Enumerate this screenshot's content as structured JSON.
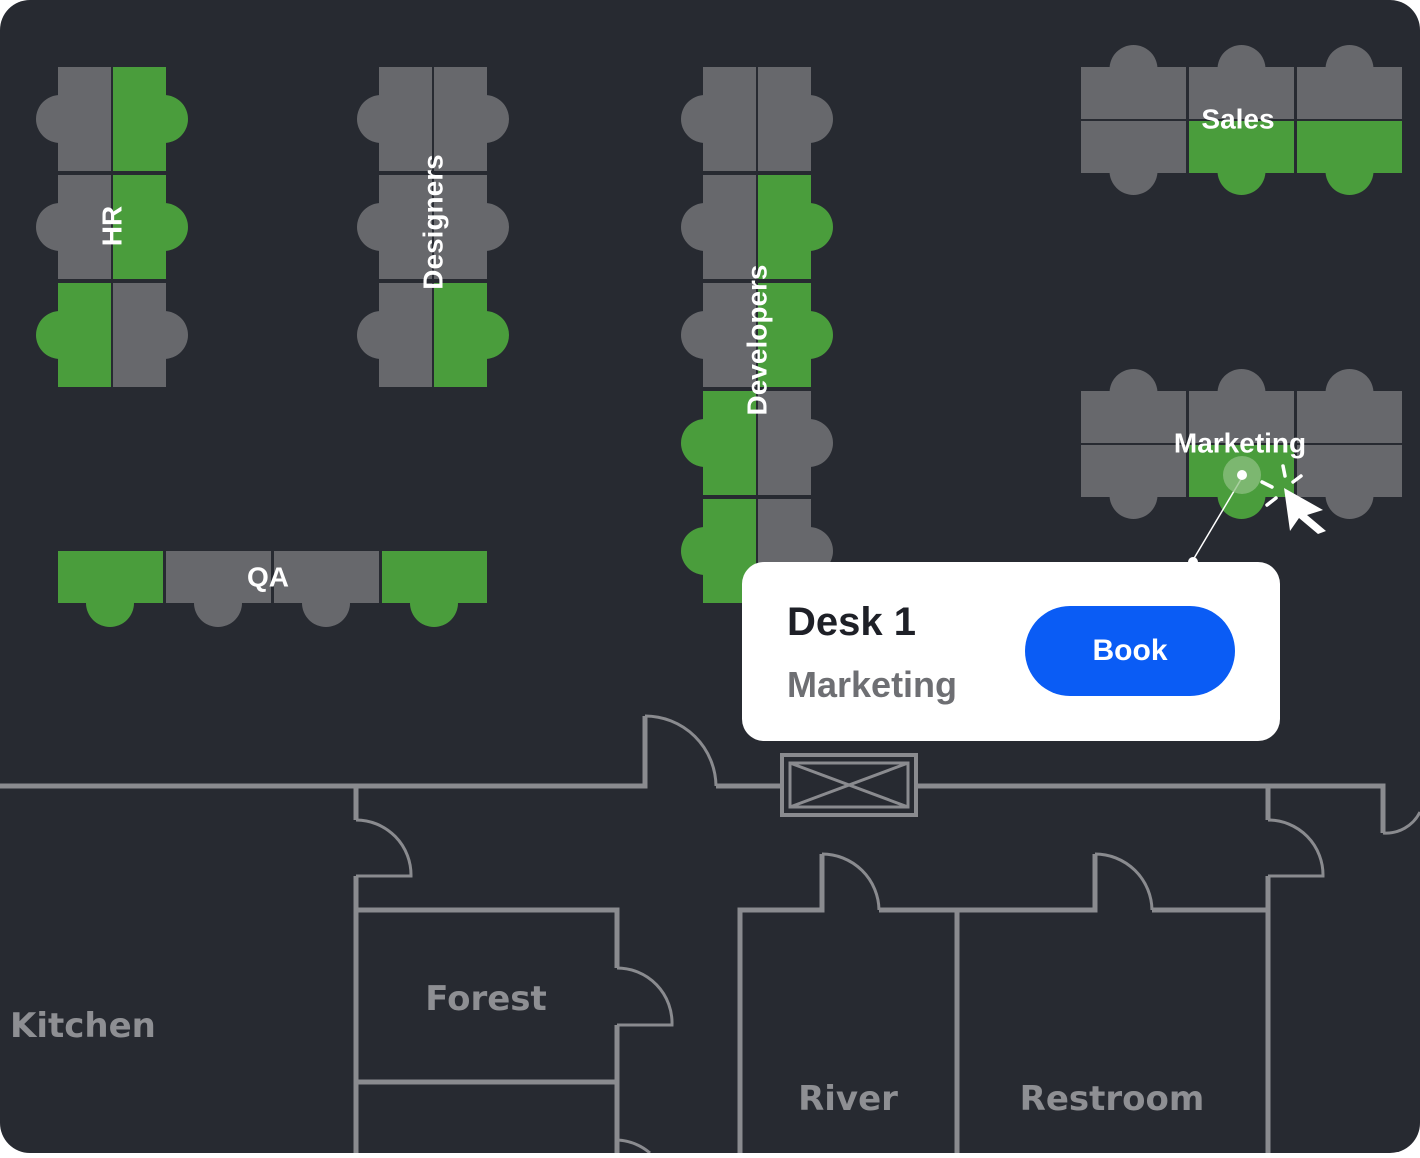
{
  "colors": {
    "background": "#272a31",
    "desk_free": "#67686c",
    "desk_booked": "#4a9d3c",
    "wall": "#8a8b8f",
    "label": "#ffffff",
    "room_label": "#8e8f93",
    "accent": "#0a5cf5"
  },
  "zones": {
    "hr": "HR",
    "designers": "Designers",
    "developers": "Developers",
    "sales": "Sales",
    "marketing": "Marketing",
    "qa": "QA"
  },
  "rooms": {
    "kitchen": "Kitchen",
    "forest": "Forest",
    "river": "River",
    "restroom": "Restroom"
  },
  "desk_status": {
    "hr": [
      "free",
      "booked",
      "free",
      "booked",
      "booked",
      "free"
    ],
    "designers": [
      "free",
      "free",
      "free",
      "free",
      "free",
      "booked"
    ],
    "developers": [
      "free",
      "free",
      "free",
      "booked",
      "free",
      "booked",
      "booked",
      "free",
      "booked",
      "free"
    ],
    "sales": [
      "free",
      "free",
      "free",
      "free",
      "booked",
      "booked"
    ],
    "marketing": [
      "free",
      "free",
      "free",
      "free",
      "booked",
      "free"
    ],
    "qa": [
      "booked",
      "free",
      "free",
      "booked"
    ]
  },
  "popup": {
    "title": "Desk 1",
    "subtitle": "Marketing",
    "button": "Book"
  },
  "icons": {
    "cursor": "pointer-cursor-icon",
    "click": "click-burst-icon",
    "elevator": "elevator-icon"
  }
}
